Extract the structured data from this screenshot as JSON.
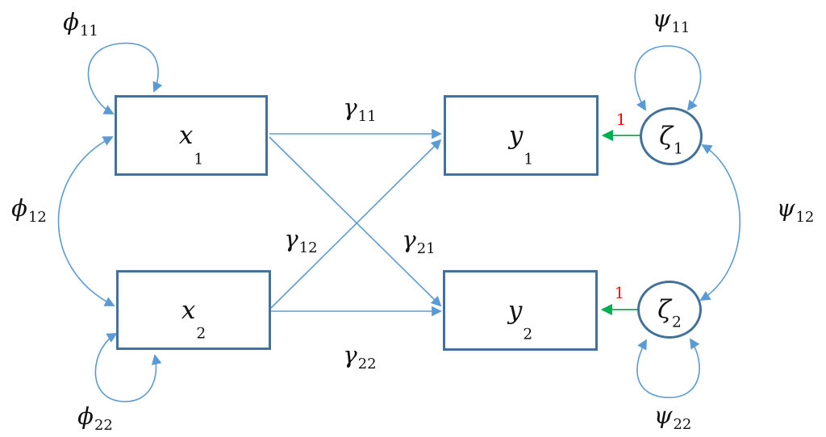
{
  "diagram": {
    "type": "structural-equation-model-path-diagram",
    "background": "#FFFFFF"
  },
  "colors": {
    "node_border": "#41719C",
    "connector": "#5B9BD5",
    "residual_arrow": "#00B050",
    "weight_label": "#FF0000",
    "label_text": "#111111"
  },
  "nodes": {
    "x1": {
      "symbol": "x",
      "sub": "1",
      "shape": "rectangle"
    },
    "x2": {
      "symbol": "x",
      "sub": "2",
      "shape": "rectangle"
    },
    "y1": {
      "symbol": "y",
      "sub": "1",
      "shape": "rectangle"
    },
    "y2": {
      "symbol": "y",
      "sub": "2",
      "shape": "rectangle"
    },
    "zeta1": {
      "symbol": "ζ",
      "sub": "1",
      "shape": "circle"
    },
    "zeta2": {
      "symbol": "ζ",
      "sub": "2",
      "shape": "circle"
    }
  },
  "labels": {
    "phi11": {
      "symbol": "ϕ",
      "sub": "11"
    },
    "phi12": {
      "symbol": "ϕ",
      "sub": "12"
    },
    "phi22": {
      "symbol": "ϕ",
      "sub": "22"
    },
    "psi11": {
      "symbol": "ψ",
      "sub": "11"
    },
    "psi12": {
      "symbol": "ψ",
      "sub": "12"
    },
    "psi22": {
      "symbol": "ψ",
      "sub": "22"
    },
    "gamma11": {
      "symbol": "γ",
      "sub": "11"
    },
    "gamma12": {
      "symbol": "γ",
      "sub": "12"
    },
    "gamma21": {
      "symbol": "γ",
      "sub": "21"
    },
    "gamma22": {
      "symbol": "γ",
      "sub": "22"
    },
    "weight_zeta1_y1": "1",
    "weight_zeta2_y2": "1"
  },
  "edges": [
    {
      "id": "gamma11",
      "from": "x1",
      "to": "y1",
      "heads": "single",
      "style": "straight",
      "color": "#5B9BD5"
    },
    {
      "id": "gamma21",
      "from": "x1",
      "to": "y2",
      "heads": "single",
      "style": "straight",
      "color": "#5B9BD5"
    },
    {
      "id": "gamma12",
      "from": "x2",
      "to": "y1",
      "heads": "single",
      "style": "straight",
      "color": "#5B9BD5"
    },
    {
      "id": "gamma22",
      "from": "x2",
      "to": "y2",
      "heads": "single",
      "style": "straight",
      "color": "#5B9BD5"
    },
    {
      "id": "phi11",
      "from": "x1",
      "to": "x1",
      "heads": "double",
      "style": "self-loop-top-left",
      "color": "#5B9BD5"
    },
    {
      "id": "phi22",
      "from": "x2",
      "to": "x2",
      "heads": "double",
      "style": "self-loop-bottom-left",
      "color": "#5B9BD5"
    },
    {
      "id": "phi12",
      "from": "x1",
      "to": "x2",
      "heads": "double",
      "style": "curved-left",
      "color": "#5B9BD5"
    },
    {
      "id": "psi11",
      "from": "zeta1",
      "to": "zeta1",
      "heads": "double",
      "style": "self-loop-top",
      "color": "#5B9BD5"
    },
    {
      "id": "psi22",
      "from": "zeta2",
      "to": "zeta2",
      "heads": "double",
      "style": "self-loop-bottom",
      "color": "#5B9BD5"
    },
    {
      "id": "psi12",
      "from": "zeta1",
      "to": "zeta2",
      "heads": "double",
      "style": "curved-right",
      "color": "#5B9BD5"
    },
    {
      "id": "res1",
      "from": "zeta1",
      "to": "y1",
      "heads": "single",
      "weight": "1",
      "style": "straight",
      "color": "#00B050"
    },
    {
      "id": "res2",
      "from": "zeta2",
      "to": "y2",
      "heads": "single",
      "weight": "1",
      "style": "straight",
      "color": "#00B050"
    }
  ]
}
